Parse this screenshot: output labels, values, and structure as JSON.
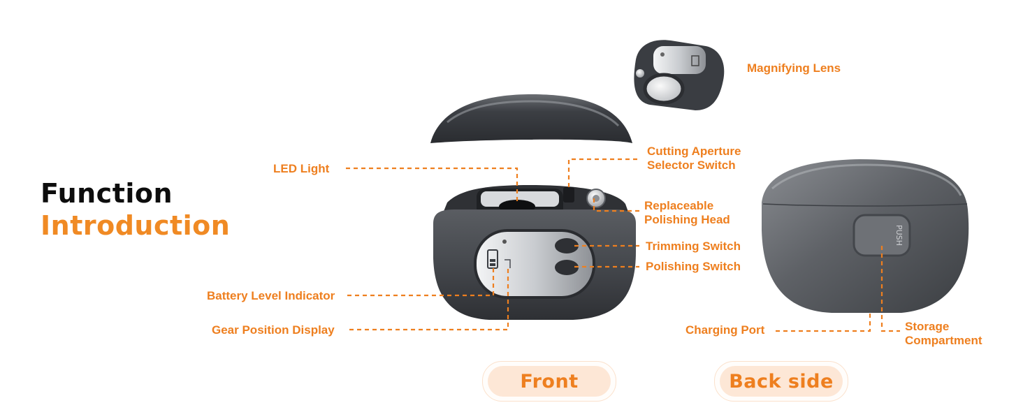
{
  "heading": {
    "line1": "Function",
    "line2": "Introduction"
  },
  "callouts": {
    "magnifying_lens": "Magnifying Lens",
    "led_light": "LED Light",
    "cutting_aperture_1": "Cutting Aperture",
    "cutting_aperture_2": "Selector Switch",
    "replaceable_1": "Replaceable",
    "replaceable_2": "Polishing Head",
    "trimming_switch": "Trimming Switch",
    "polishing_switch": "Polishing Switch",
    "battery_level": "Battery Level Indicator",
    "gear_position": "Gear Position Display",
    "charging_port": "Charging Port",
    "storage_1": "Storage",
    "storage_2": "Compartment"
  },
  "device": {
    "push_text": "PUSH"
  },
  "views": {
    "front": "Front",
    "back": "Back side"
  },
  "colors": {
    "accent": "#ee7f1f",
    "pill_bg": "#fde7d6",
    "device_body": "#4a4d52",
    "heading_dark": "#0d0d0d"
  }
}
